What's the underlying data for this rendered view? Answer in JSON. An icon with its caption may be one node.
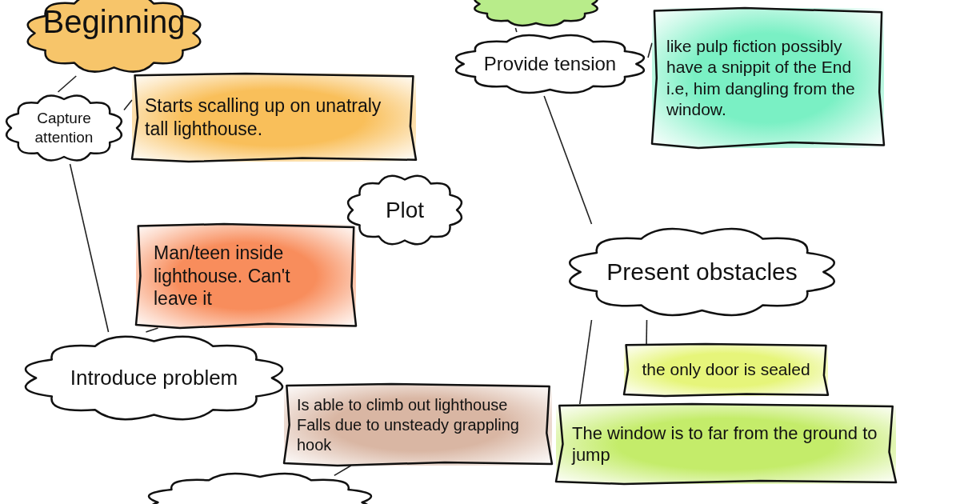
{
  "diagram": {
    "nodes": [
      {
        "text": [
          "Beginning"
        ]
      },
      {
        "text": [],
        "shape": "cloud"
      },
      {
        "text": [
          "Provide tension"
        ]
      },
      {
        "text": [
          "like pulp fiction possibly have a snippit of the End i.e, him dangling from the window."
        ]
      },
      {
        "text": [
          "Capture attention"
        ]
      },
      {
        "text": [
          "Starts scalling up on unatraly tall lighthouse."
        ]
      },
      {
        "text": [
          "Plot"
        ]
      },
      {
        "text": [
          "Present obstacles"
        ]
      },
      {
        "text": [
          "Man/teen inside lighthouse. Can't leave it"
        ]
      },
      {
        "text": [
          "the only door is sealed"
        ]
      },
      {
        "text": [
          "Introduce problem"
        ]
      },
      {
        "text": [
          "Is able to climb out lighthouse Falls due to unsteady grappling hook"
        ]
      },
      {
        "text": [
          "The window is to far from the ground to jump"
        ]
      },
      {
        "text": [],
        "shape": "cloud"
      }
    ],
    "edges": [
      {
        "from": 0,
        "to": 4,
        "arrow": "none"
      },
      {
        "from": 1,
        "to": 2,
        "arrow": "none"
      },
      {
        "from": 2,
        "to": 3,
        "arrow": "none"
      },
      {
        "from": 2,
        "to": 7,
        "arrow": "none"
      },
      {
        "from": 4,
        "to": 5,
        "arrow": "none"
      },
      {
        "from": 4,
        "to": 10,
        "arrow": "none"
      },
      {
        "from": 10,
        "to": 8,
        "arrow": "none"
      },
      {
        "from": 7,
        "to": 9,
        "arrow": "none"
      },
      {
        "from": 7,
        "to": 12,
        "arrow": "none"
      },
      {
        "from": 13,
        "to": 11,
        "arrow": "none"
      }
    ]
  }
}
